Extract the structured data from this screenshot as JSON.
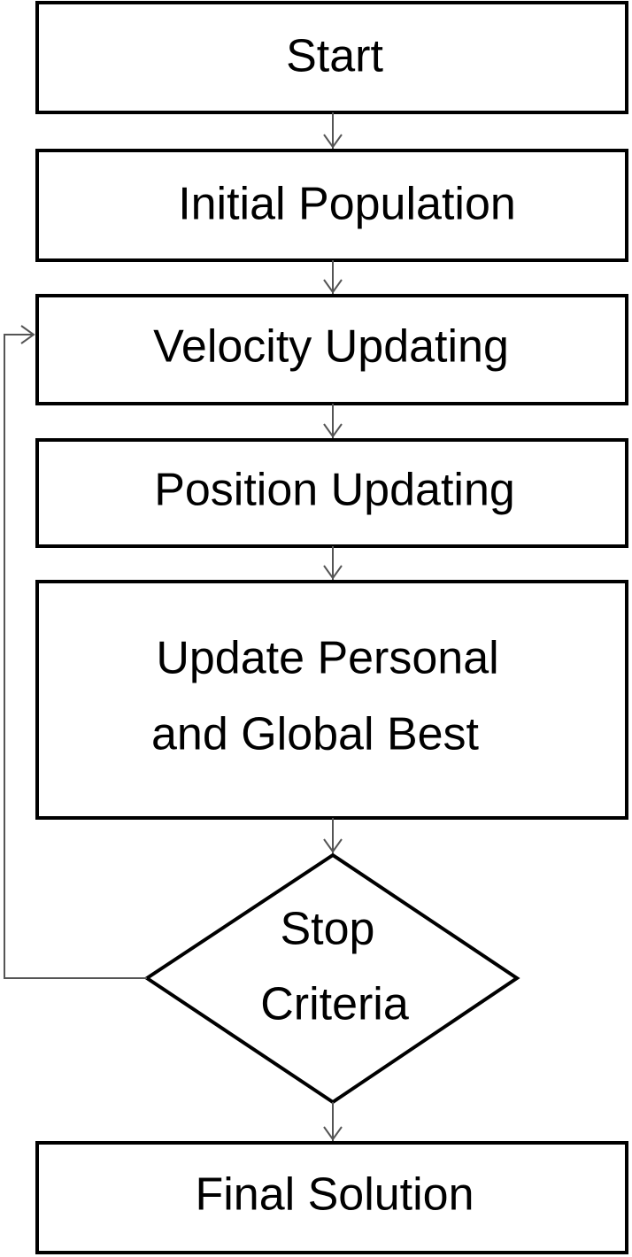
{
  "diagram": {
    "type": "flowchart",
    "nodes": {
      "start": {
        "label": "Start"
      },
      "initial_population": {
        "label": "Initial Population"
      },
      "velocity_updating": {
        "label": "Velocity Updating"
      },
      "position_updating": {
        "label": "Position Updating"
      },
      "update_best": {
        "line1": "Update Personal",
        "line2": "and Global Best"
      },
      "stop_criteria": {
        "line1": "Stop",
        "line2": "Criteria"
      },
      "final_solution": {
        "label": "Final Solution"
      }
    },
    "edges": [
      {
        "from": "start",
        "to": "initial_population"
      },
      {
        "from": "initial_population",
        "to": "velocity_updating"
      },
      {
        "from": "velocity_updating",
        "to": "position_updating"
      },
      {
        "from": "position_updating",
        "to": "update_best"
      },
      {
        "from": "update_best",
        "to": "stop_criteria"
      },
      {
        "from": "stop_criteria",
        "to": "final_solution"
      },
      {
        "from": "stop_criteria",
        "to": "velocity_updating"
      }
    ]
  }
}
